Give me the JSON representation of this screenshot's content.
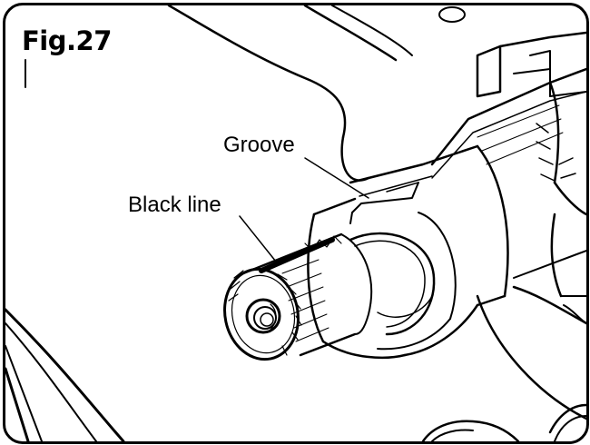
{
  "figure": {
    "title": "Fig.27",
    "callouts": [
      {
        "id": "groove",
        "label": "Groove"
      },
      {
        "id": "black-line",
        "label": "Black line"
      }
    ]
  },
  "colors": {
    "line": "#000000",
    "background": "#ffffff"
  }
}
